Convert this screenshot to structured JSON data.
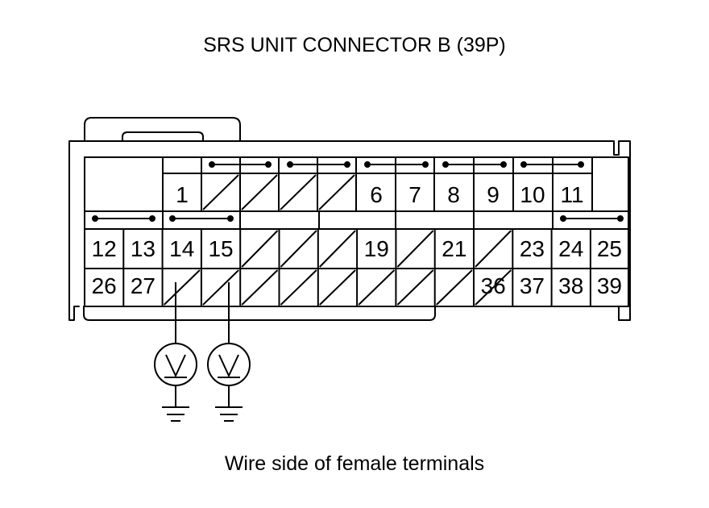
{
  "diagram": {
    "title": "SRS UNIT CONNECTOR B (39P)",
    "caption": "Wire side of female terminals"
  },
  "connector": {
    "terminals_row1": [
      "1",
      "6",
      "7",
      "8",
      "9",
      "10",
      "11"
    ],
    "terminals_row2": [
      "12",
      "13",
      "14",
      "15",
      "19",
      "21",
      "23",
      "24",
      "25"
    ],
    "terminals_row3": [
      "26",
      "27",
      "36",
      "37",
      "38",
      "39"
    ]
  },
  "test_points": [
    {
      "terminal": "14",
      "meter_icon": "voltmeter-icon",
      "ground_icon": "ground-icon"
    },
    {
      "terminal": "15",
      "meter_icon": "voltmeter-icon",
      "ground_icon": "ground-icon"
    }
  ]
}
